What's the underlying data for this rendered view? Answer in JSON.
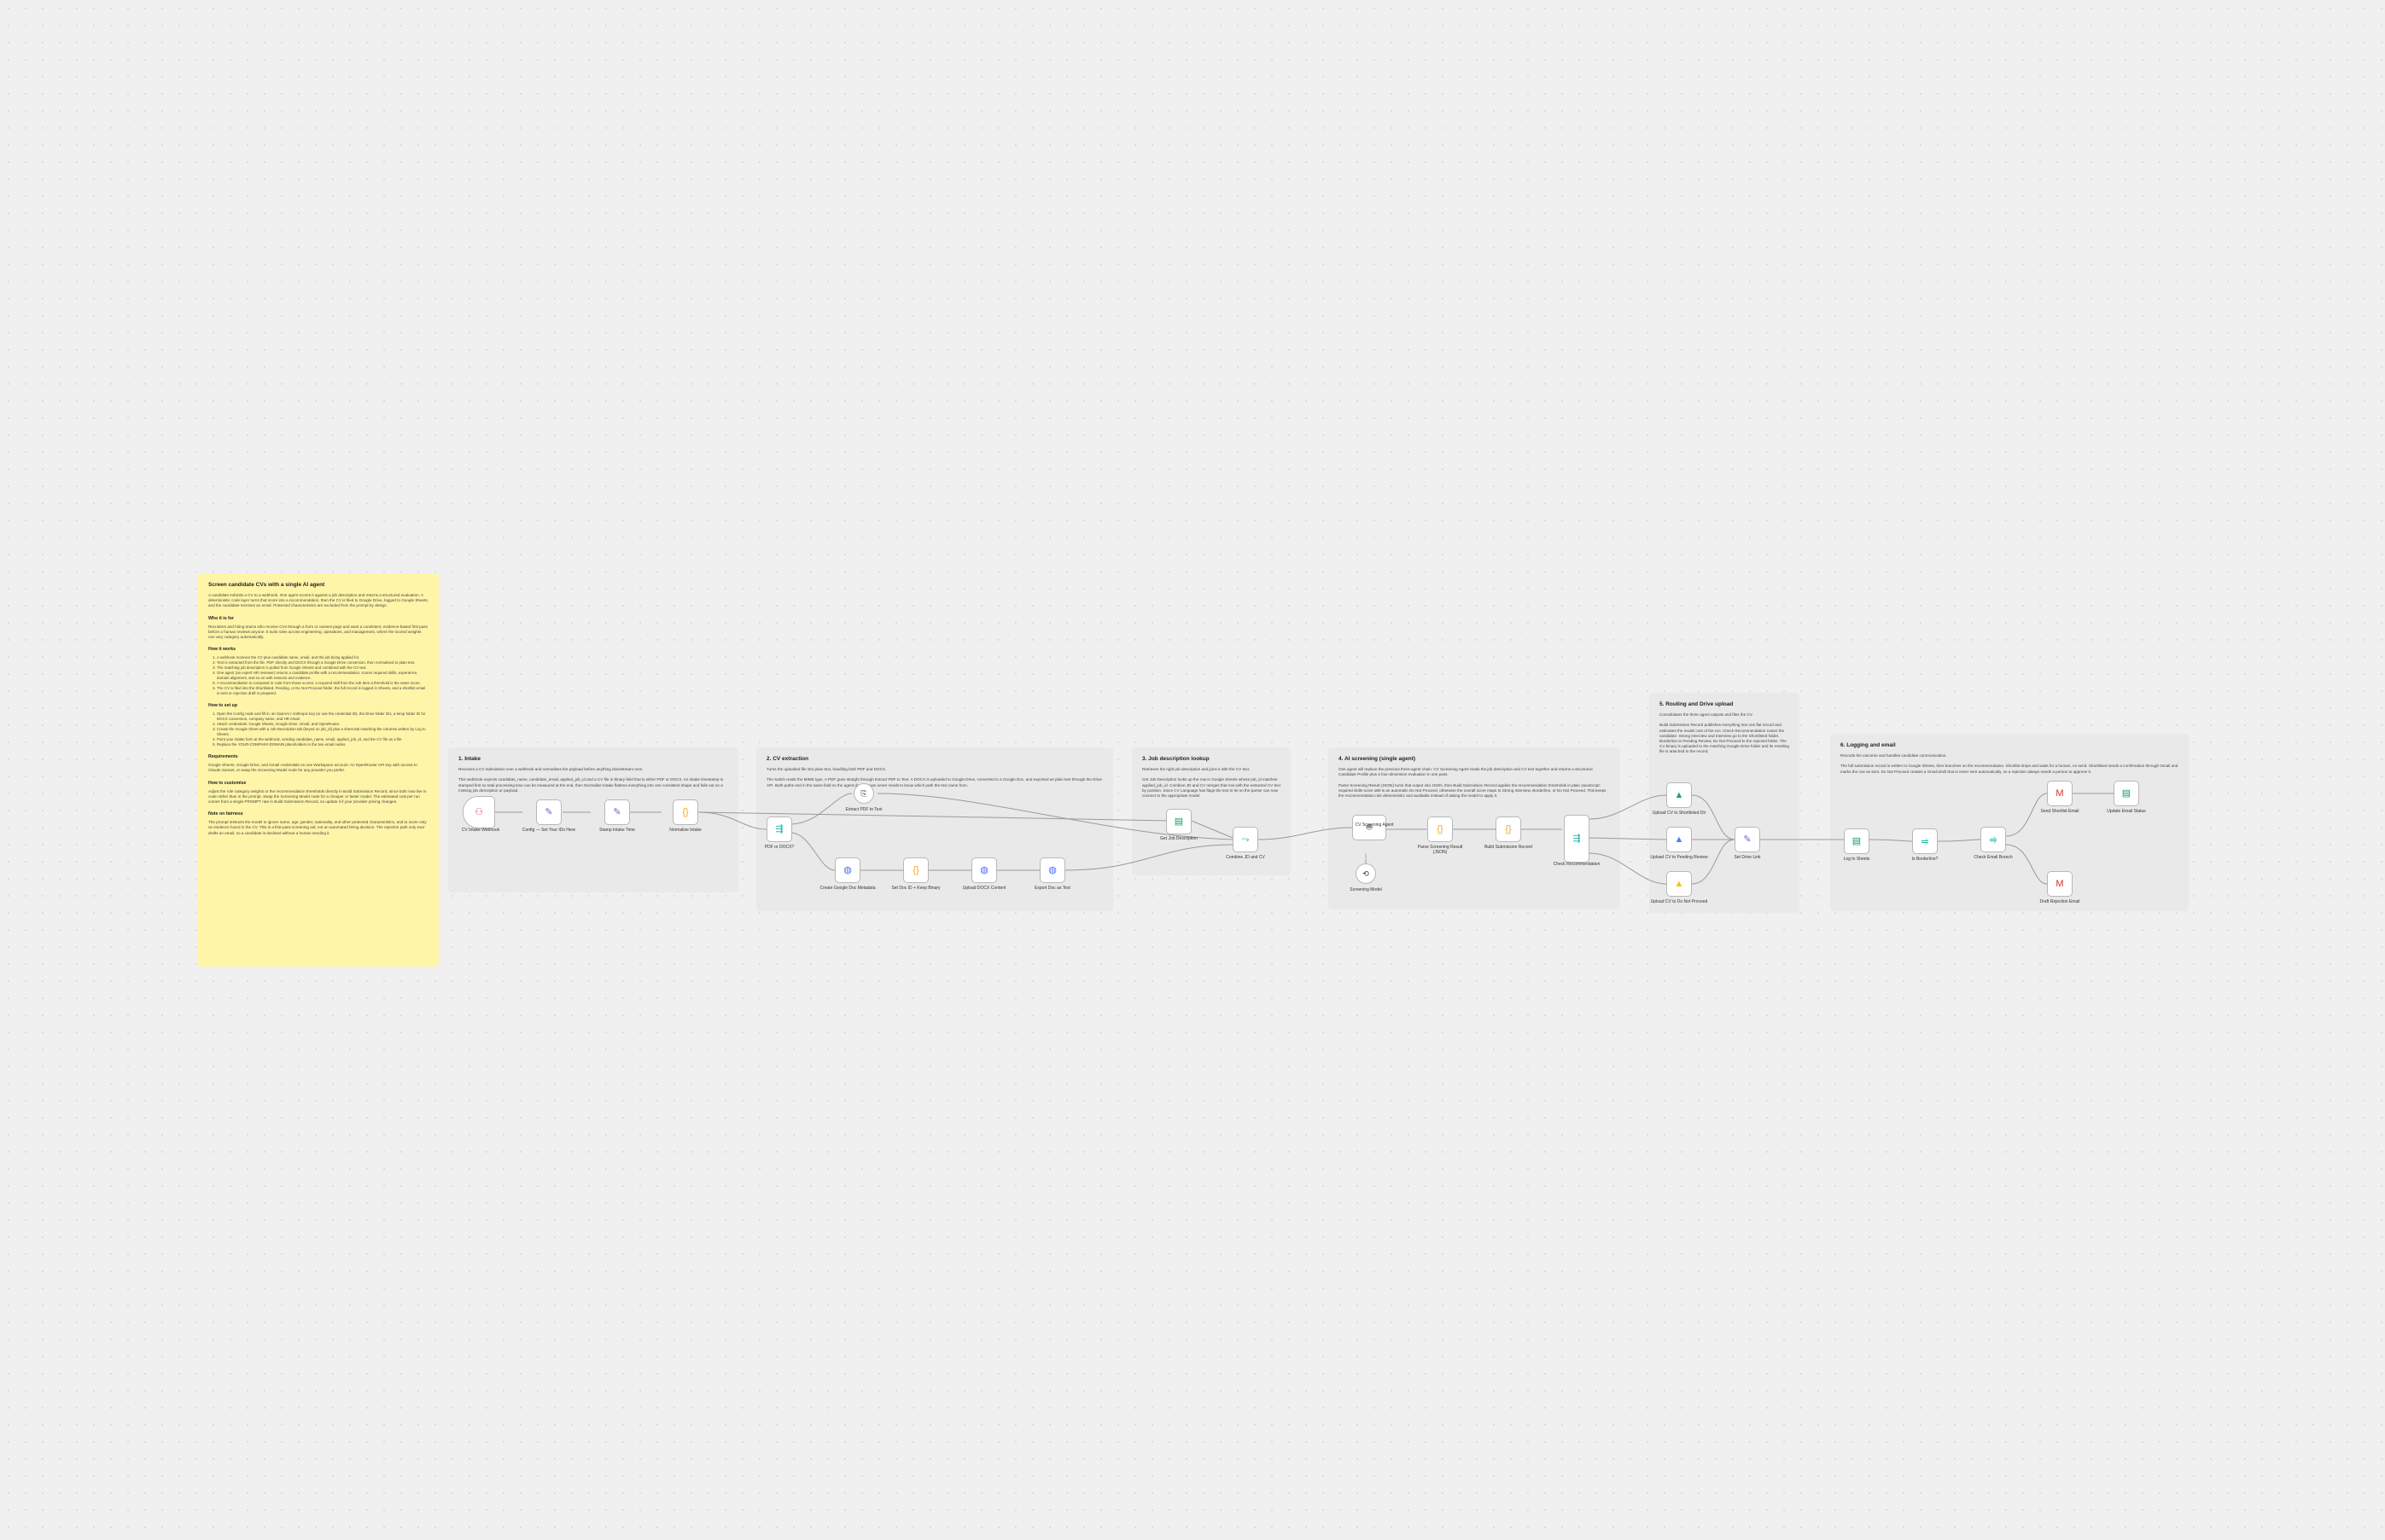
{
  "overview": {
    "title": "Screen candidate CVs with a single AI agent",
    "intro": "A candidate submits a CV to a webhook. One agent scores it against a job description and returns a structured evaluation. A deterministic code layer turns that score into a recommendation, then the CV is filed to Google Drive, logged to Google Sheets, and the candidate receives an email. Protected characteristics are excluded from the prompt by design.",
    "who_heading": "Who it is for",
    "who_text": "Recruiters and hiring teams who receive CVs through a form or careers page and want a consistent, evidence-based first pass before a human reviews anyone. It suits roles across engineering, operations, and management, where the scored weights can vary category automatically.",
    "how_heading": "How it works",
    "how_steps": [
      "A webhook receives the CV plus candidate name, email, and the job being applied for.",
      "Text is extracted from the file. PDF directly and DOCX through a Google Drive conversion, then normalised to plain text.",
      "The matching job description is pulled from Google Sheets and combined with the CV text.",
      "One agent (an expert HR reviewer) returns a candidate profile with a recommendation, scores required skills, experience, domain alignment, and so on with reasons and evidence.",
      "A recommendation is computed in code from those scores; a required skill from the Job Item a threshold is the same score.",
      "The CV is filed into the Shortlisted, Pending, or Do Not Proceed folder, the full record is logged in Sheets, and a shortlist email is sent or rejection draft is prepared."
    ],
    "setup_heading": "How to set up",
    "setup_steps": [
      "Open the Config node and fill in: an OpenAI / Anthropic key (or use the credential ID), the Drive folder IDs, a temp folder ID for DOCX conversion, company name, and HR email.",
      "Attach credentials: Google Sheets, Google Drive, Gmail, and OpenRouter.",
      "Create the Google Sheet with a Job Description tab (keyed on job_id) plus a sheet tab matching the columns written by Log to Sheets.",
      "Point your intake form at the webhook, sending candidate_name, email, applied_job_id, and the CV file as a file.",
      "Replace the YOUR-COMPANY-DOMAIN placeholders in the two email nodes."
    ],
    "req_heading": "Requirements",
    "req_text": "Google Sheets, Google Drive, and Gmail credentials on one Workspace account. An OpenRouter API key with access to Claude Sonnet, or swap the Screening Model node for any provider you prefer.",
    "custom_heading": "How to customise",
    "custom_text": "Adjust the role category weights or the recommendation thresholds directly in Build Submission Record, since both now live in code rather than in the prompt. Swap the Screening Model node for a cheaper or faster model. The estimated cost per run comes from a single PROMPT rate in Build Submission Record, so update it if your provider pricing changes.",
    "notes_heading": "Note on fairness",
    "notes_text": "The prompt instructs the model to ignore name, age, gender, nationality, and other protected characteristics, and to score only on evidence found in the CV. This is a first-pass screening aid, not an automated hiring decision. The rejection path only ever drafts an email, so a candidate is declined without a human sending it."
  },
  "sections": [
    {
      "title": "1. Intake",
      "text": "Receives a CV submission over a webhook and normalises the payload before anything downstream runs.\n\nThis webhook expects candidate_name, candidate_email, applied_job_id and a CV file in binary field that is either PDF or DOCX. An intake timestamp is stamped first so total processing time can be measured at the end, then Normalise Intake flattens everything into one consistent shape and fails out on a missing job description or payload."
    },
    {
      "title": "2. CV extraction",
      "text": "Turns the uploaded file into plain text, handling both PDF and DOCX.\n\nThe switch reads the MIME type. A PDF goes straight through Extract PDF to Text. A DOCX is uploaded to Google Drive, converted to a Google Doc, and exported as plain text through the Drive API. Both paths end in the same field so the agent downstream never needs to know which path the text came from."
    },
    {
      "title": "3. Job description lookup",
      "text": "Retrieves the right job description and joins it with the CV text.\n\nGet Job Description looks up the row in Google Sheets whose job_id matches applied_job_id. Combine JD and CV merges that row with the extracted CV text by position. Since CV Language has flags the text to let so the parser can now connect to the appropriate model."
    },
    {
      "title": "4. AI screening (single agent)",
      "text": "One agent will replace the previous three-agent chain. CV Screening Agent reads the job description and CV text together and returns a structured Candidate Profile plus a four-dimension evaluation in one pass.\n\nParse Screening Result (JSON) turns that output into JSON, then Build Submission Record applies the recommendation thresholds in plain JavaScript: required skills score ≥80 is an automatic Do Not Proceed, otherwise the overall score maps to Strong Interview, Borderline, or Do Not Proceed. This keeps the recommendation rule deterministic and auditable instead of asking the model to apply it."
    },
    {
      "title": "5. Routing and Drive upload",
      "text": "Consolidates the three agent outputs and files the CV.\n\nBuild Submission Record publishes everything into one flat record and estimates the model cost of the run. Check Recommendation routes the candidate: Strong Interview and Interview go to the Shortlisted folder, Borderline to Pending Review, Do Not Proceed to the rejected folder. The CV binary is uploaded to the matching Google Drive folder and its resulting file is attached to the record."
    },
    {
      "title": "6. Logging and email",
      "text": "Records the outcome and handles candidate communication.\n\nThe full submission record is written to Google Sheets, then branches on the recommendation. Shortlist drops and waits for a human, no send. Shortlisted sends a confirmation through Gmail and marks the row as sent. Do Not Proceed creates a Gmail draft that is never sent automatically, so a rejection always needs a person to approve it."
    }
  ],
  "nodes": {
    "intake_webhook": "CV Intake Webhook",
    "config": "Config — Set Your IDs Here",
    "stamp_intake": "Stamp Intake Time",
    "normalize_intake": "Normalize Intake",
    "pdf_or_docx": "PDF or DOCX?",
    "extract_pdf": "Extract PDF to Text",
    "create_gdoc": "Create Google Doc Metadata",
    "set_doc_id": "Set Doc ID + Keep Binary",
    "upload_docx": "Upload DOCX Content",
    "export_doc": "Export Doc as Text",
    "get_jd": "Get Job Description",
    "combine": "Combine JD and CV",
    "screening_agent": "CV Screening Agent",
    "screening_model": "Screening Model",
    "parse_result": "Parse Screening Result (JSON)",
    "build_record": "Build Submission Record",
    "check_rec": "Check Recommendation",
    "upload_shortlisted": "Upload CV to Shortlisted Dir",
    "upload_pending": "Upload CV to Pending Review",
    "upload_dnp": "Upload CV to Do Not Proceed",
    "set_drive_link": "Set Drive Link",
    "log_sheets": "Log to Sheets",
    "is_borderline": "Is Borderline?",
    "check_email": "Check Email Branch",
    "send_shortlist": "Send Shortlist Email",
    "update_status": "Update Email Status",
    "draft_rejection": "Draft Rejection Email"
  },
  "colors": {
    "sticky_yellow": "#fff5a8",
    "sticky_grey": "#e9e9e9",
    "edge": "#9a9a9a",
    "webhook": "#e5566b",
    "drive_green": "#1fa463",
    "drive_blue": "#4285f4",
    "drive_yellow": "#ffc107",
    "gmail_red": "#d93025",
    "sheets_green": "#0f9d58",
    "code_orange": "#f5a623",
    "router_teal": "#19b2a6"
  }
}
